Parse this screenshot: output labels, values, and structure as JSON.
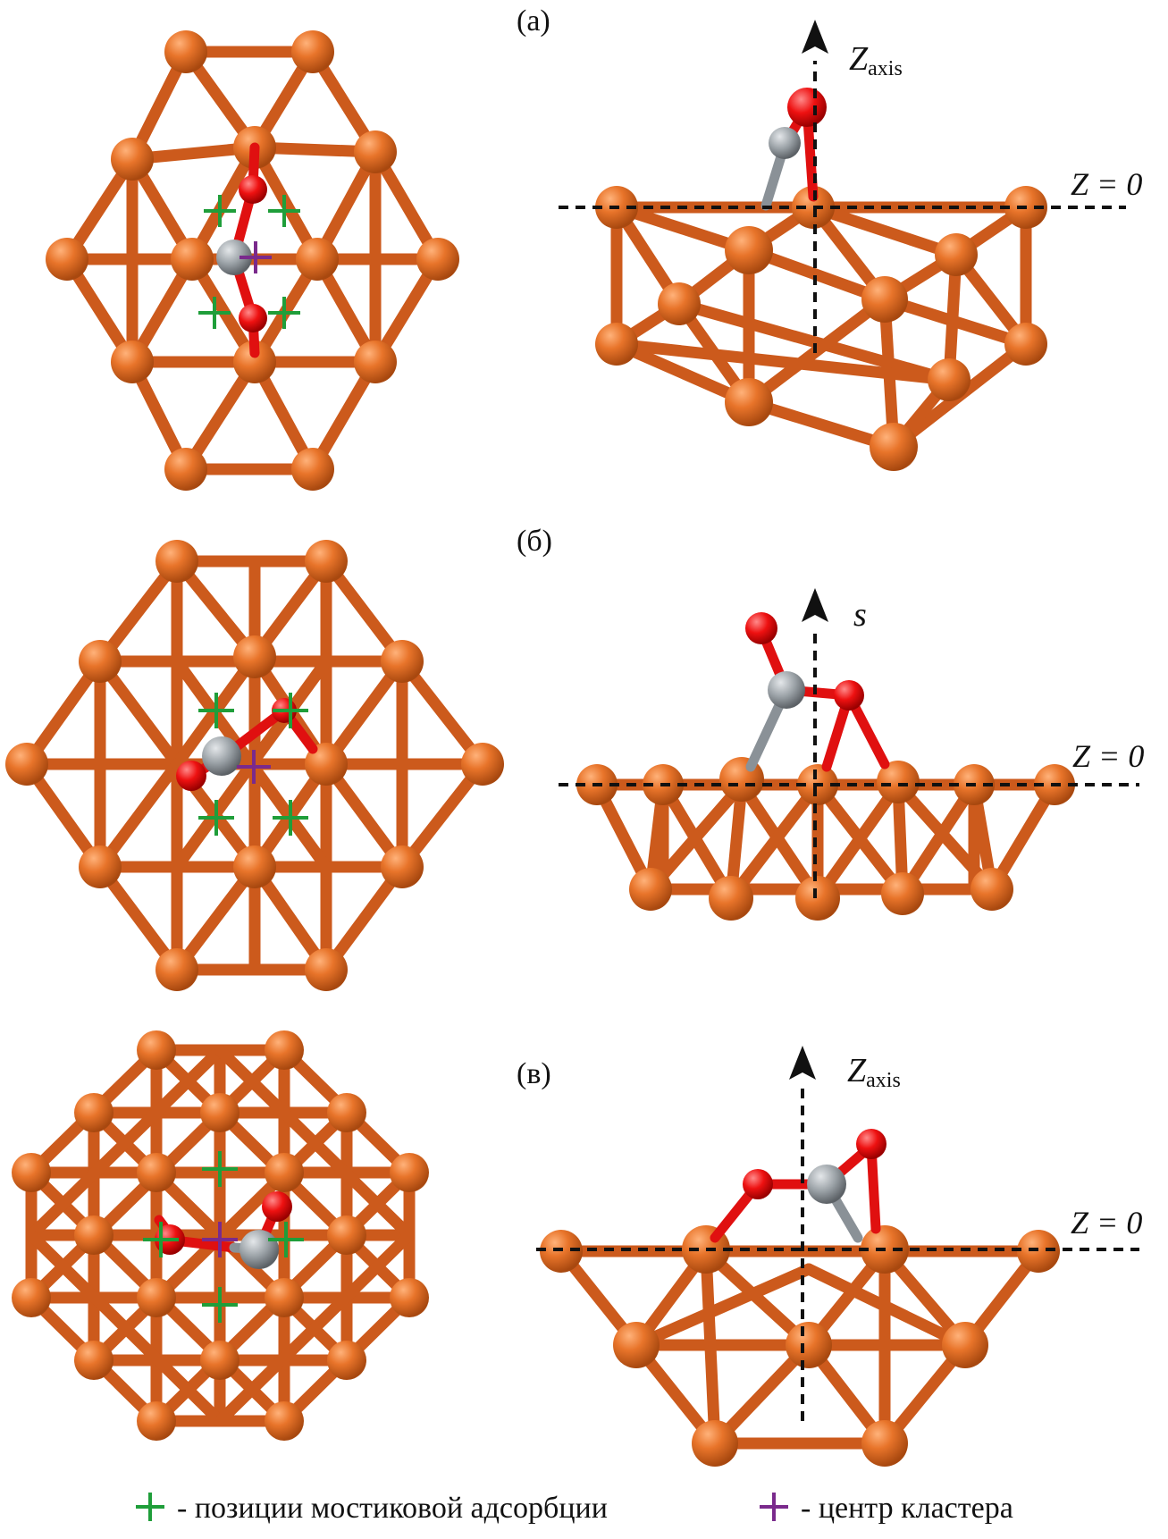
{
  "panels": [
    {
      "label": "(а)",
      "axis_main": "Z",
      "axis_sub": "axis",
      "zero_label": "Z = 0"
    },
    {
      "label": "(б)",
      "axis_main": "s",
      "axis_sub": "",
      "zero_label": "Z = 0"
    },
    {
      "label": "(в)",
      "axis_main": "Z",
      "axis_sub": "axis",
      "zero_label": "Z = 0"
    }
  ],
  "legend": {
    "bridge_marker_text": "- позиции мостиковой адсорбции",
    "center_marker_text": "- центр кластера"
  },
  "colors": {
    "metal_atom": "#e06a22",
    "carbon_atom": "#9aa1a6",
    "oxygen_atom": "#ee1111",
    "bridge_marker": "#1f9e3a",
    "center_marker": "#7a2a8c"
  }
}
